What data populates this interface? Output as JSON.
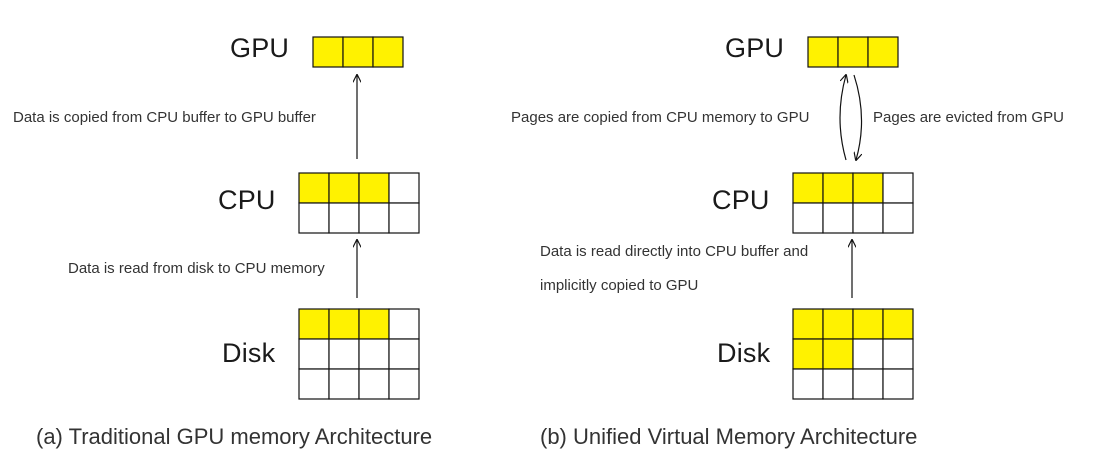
{
  "diagrams": [
    {
      "caption": "(a) Traditional GPU memory Architecture",
      "nodes": {
        "gpu": {
          "label": "GPU",
          "rows": 1,
          "cols": 3,
          "filled": [
            [
              1,
              1,
              1
            ]
          ]
        },
        "cpu": {
          "label": "CPU",
          "rows": 2,
          "cols": 4,
          "filled": [
            [
              1,
              1,
              1,
              0
            ],
            [
              0,
              0,
              0,
              0
            ]
          ]
        },
        "disk": {
          "label": "Disk",
          "rows": 3,
          "cols": 4,
          "filled": [
            [
              1,
              1,
              1,
              0
            ],
            [
              0,
              0,
              0,
              0
            ],
            [
              0,
              0,
              0,
              0
            ]
          ]
        }
      },
      "edges": {
        "cpu_to_gpu": "Data is copied from CPU buffer to GPU buffer",
        "disk_to_cpu": "Data is read from disk to CPU memory"
      }
    },
    {
      "caption": "(b) Unified Virtual Memory Architecture",
      "nodes": {
        "gpu": {
          "label": "GPU",
          "rows": 1,
          "cols": 3,
          "filled": [
            [
              1,
              1,
              1
            ]
          ]
        },
        "cpu": {
          "label": "CPU",
          "rows": 2,
          "cols": 4,
          "filled": [
            [
              1,
              1,
              1,
              0
            ],
            [
              0,
              0,
              0,
              0
            ]
          ]
        },
        "disk": {
          "label": "Disk",
          "rows": 3,
          "cols": 4,
          "filled": [
            [
              1,
              1,
              1,
              1
            ],
            [
              1,
              1,
              0,
              0
            ],
            [
              0,
              0,
              0,
              0
            ]
          ]
        }
      },
      "edges": {
        "cpu_to_gpu": "Pages are copied from CPU memory to GPU",
        "gpu_to_cpu": "Pages are evicted from GPU",
        "disk_to_cpu_line1": "Data is read directly into CPU buffer and",
        "disk_to_cpu_line2": "implicitly copied to GPU"
      }
    }
  ],
  "colors": {
    "filled": "#fff200",
    "empty": "#ffffff",
    "border": "#111111",
    "arrow": "#111111"
  }
}
